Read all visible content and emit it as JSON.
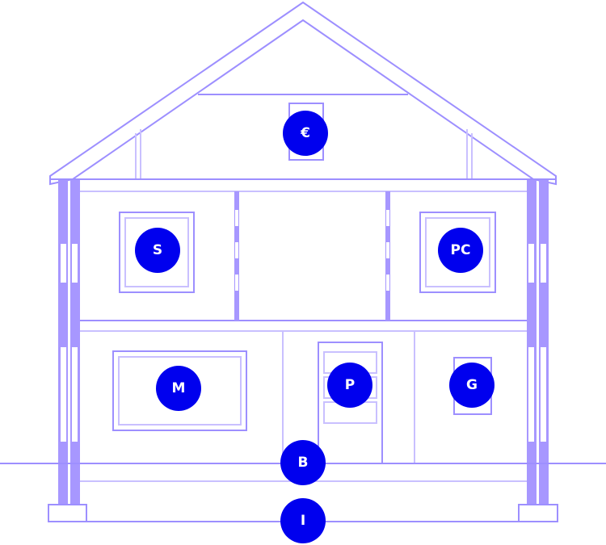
{
  "colors": {
    "line": "#9d8fff",
    "column": "#a797ff",
    "marker": "#0000ee"
  },
  "markers": [
    {
      "id": "attic",
      "label": "€"
    },
    {
      "id": "bedroom-left",
      "label": "S"
    },
    {
      "id": "bedroom-right",
      "label": "PC"
    },
    {
      "id": "living-room-window",
      "label": "M"
    },
    {
      "id": "front-door",
      "label": "P"
    },
    {
      "id": "small-window",
      "label": "G"
    },
    {
      "id": "ground-floor",
      "label": "B"
    },
    {
      "id": "foundation",
      "label": "I"
    }
  ]
}
